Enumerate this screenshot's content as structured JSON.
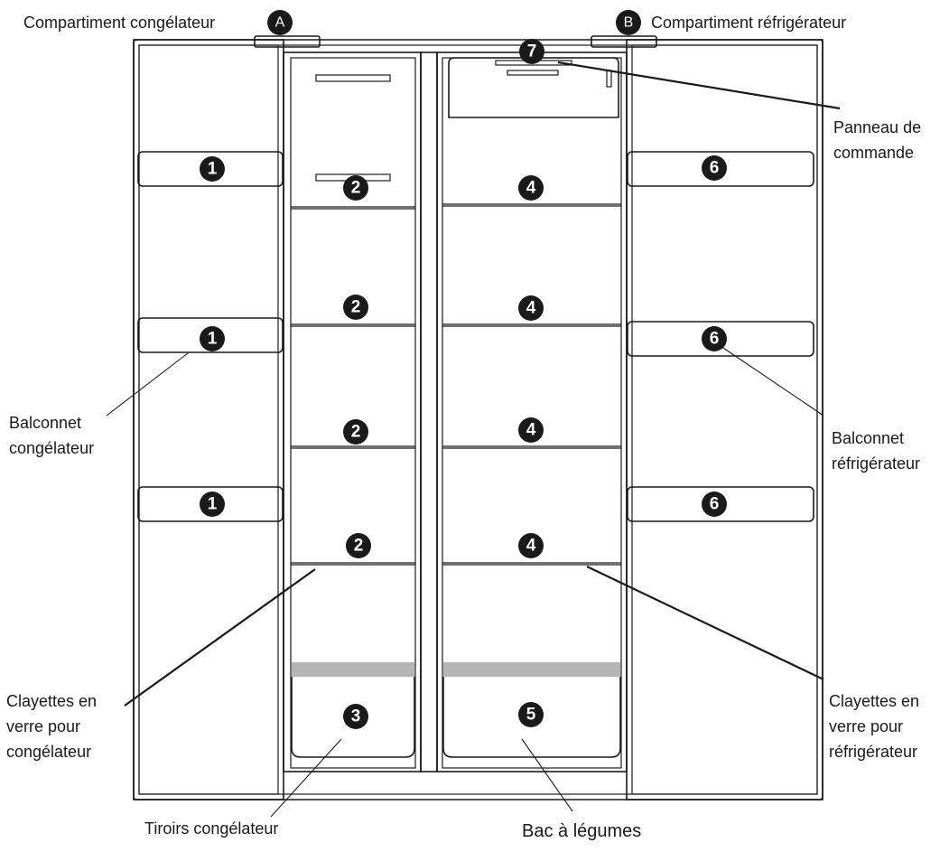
{
  "compartments": {
    "freezer": {
      "label": "Compartiment congélateur",
      "letter": "A"
    },
    "fridge": {
      "label": "Compartiment réfrigérateur",
      "letter": "B"
    }
  },
  "callouts": {
    "control_panel": [
      "Panneau de",
      "commande"
    ],
    "freezer_door_shelf": [
      "Balconnet",
      "congélateur"
    ],
    "fridge_door_shelf": [
      "Balconnet",
      "réfrigérateur"
    ],
    "freezer_glass_shelves": [
      "Clayettes en",
      "verre pour",
      "congélateur"
    ],
    "fridge_glass_shelves": [
      "Clayettes en",
      "verre pour",
      "réfrigérateur"
    ],
    "freezer_drawers": [
      "Tiroirs congélateur"
    ],
    "crisper": [
      "Bac à légumes"
    ]
  },
  "numbers": {
    "freezer_door_shelf": "1",
    "freezer_shelf": "2",
    "freezer_drawer": "3",
    "fridge_shelf": "4",
    "crisper": "5",
    "fridge_door_shelf": "6",
    "control_panel": "7"
  }
}
